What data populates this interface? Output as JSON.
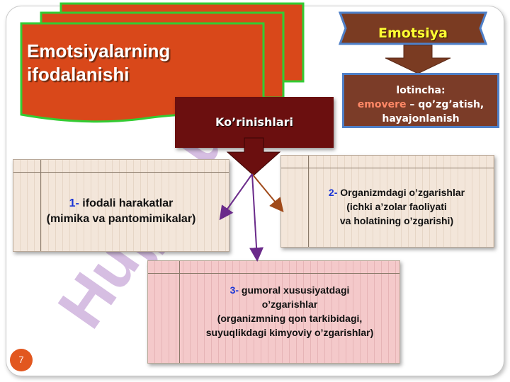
{
  "title": {
    "line1": "Emotsiyalarning",
    "line2": "ifodalanishi"
  },
  "emotsiya": {
    "label": "Emotsiya"
  },
  "lotincha": {
    "line1": "lotincha:",
    "word": "emovere",
    "line2_rest": " – qo’zg’atish,",
    "line3": "hayajonlanish"
  },
  "korinishlari": {
    "label": "Ko’rinishlari"
  },
  "card1": {
    "num": "1-",
    "line1": " ifodali harakatlar",
    "line2": "(mimika va pantomimikalar)"
  },
  "card2": {
    "num": "2-",
    "line1": " Organizmdagi o’zgarishlar",
    "line2": "(ichki a’zolar faoliyati",
    "line3": "va holatining o’zgarishi)"
  },
  "card3": {
    "num": "3-",
    "line1": " gumoral xususiyatdagi",
    "line2": "o’zgarishlar",
    "line3": "(organizmning qon tarkibidagi,",
    "line4": "suyuqlikdagi kimyoviy o’zgarishlar)"
  },
  "watermark": {
    "text": "Hujjat.uz"
  },
  "page_number": "7",
  "colors": {
    "title_fill": "#d9481a",
    "title_border": "#33cc33",
    "emotsiya_fill": "#7a3b22",
    "korin_fill": "#6b0f0f",
    "number_blue": "#1a35d6",
    "watermark": "#c8a8d8"
  }
}
